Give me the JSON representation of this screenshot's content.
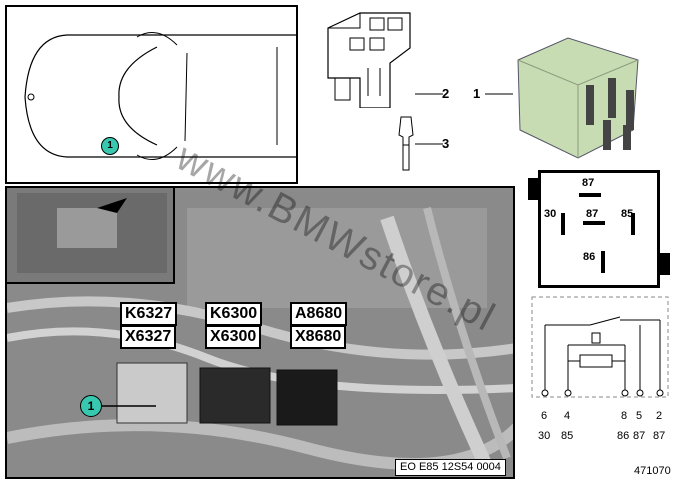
{
  "callouts": {
    "car_marker": "1",
    "photo_marker": "1",
    "relay": "1",
    "housing": "2",
    "terminal": "3"
  },
  "photo_tags": [
    {
      "top": "K6327",
      "bottom": "X6327"
    },
    {
      "top": "K6300",
      "bottom": "X6300"
    },
    {
      "top": "A8680",
      "bottom": "X8680"
    }
  ],
  "photo_code": "EO E85 12S54 0004",
  "pinout": {
    "p87_top": "87",
    "p30": "30",
    "p87_mid": "87",
    "p85": "85",
    "p86": "86"
  },
  "schematic": {
    "top_row": [
      "6",
      "4",
      "8",
      "5",
      "2"
    ],
    "bottom_row": [
      "30",
      "85",
      "86",
      "87",
      "87"
    ]
  },
  "watermark": "www.BMWstore.pl",
  "diagram_number": "471070",
  "colors": {
    "relay_green": "#c8dcb4",
    "marker_teal": "#38c8b0",
    "photo_gray": "#8c8c8c"
  }
}
